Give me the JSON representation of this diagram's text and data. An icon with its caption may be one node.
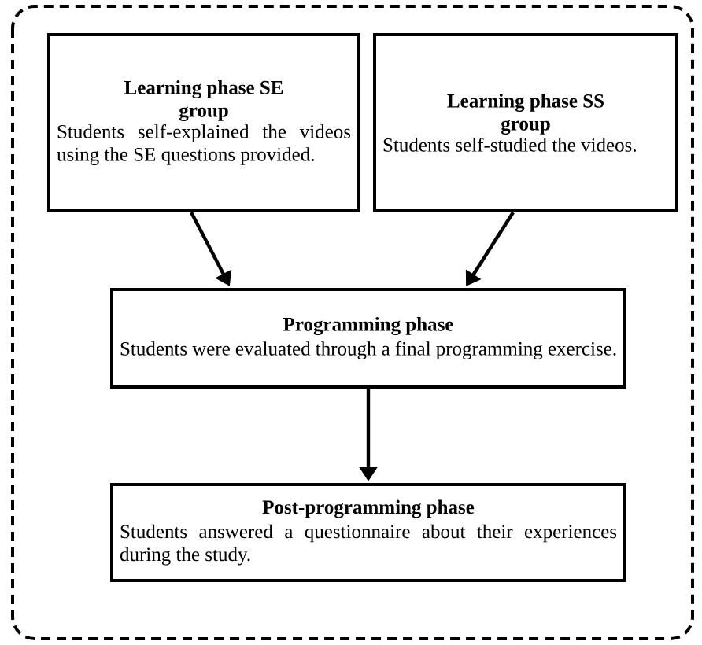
{
  "diagram": {
    "nodes": [
      {
        "text": [
          "Learning phase SE group",
          "Students self-explained the videos using the SE questions provided."
        ]
      },
      {
        "text": [
          "Learning phase SS group",
          "Students self-studied the videos."
        ]
      },
      {
        "text": [
          "Programming phase",
          "Students were evaluated through a final programming exercise."
        ]
      },
      {
        "text": [
          "Post-programming phase",
          "Students answered a questionnaire about their experiences during the study."
        ]
      }
    ],
    "edges": [
      {
        "from": 0,
        "to": 2,
        "arrow": "to"
      },
      {
        "from": 1,
        "to": 2,
        "arrow": "to"
      },
      {
        "from": 2,
        "to": 3,
        "arrow": "to"
      }
    ]
  }
}
